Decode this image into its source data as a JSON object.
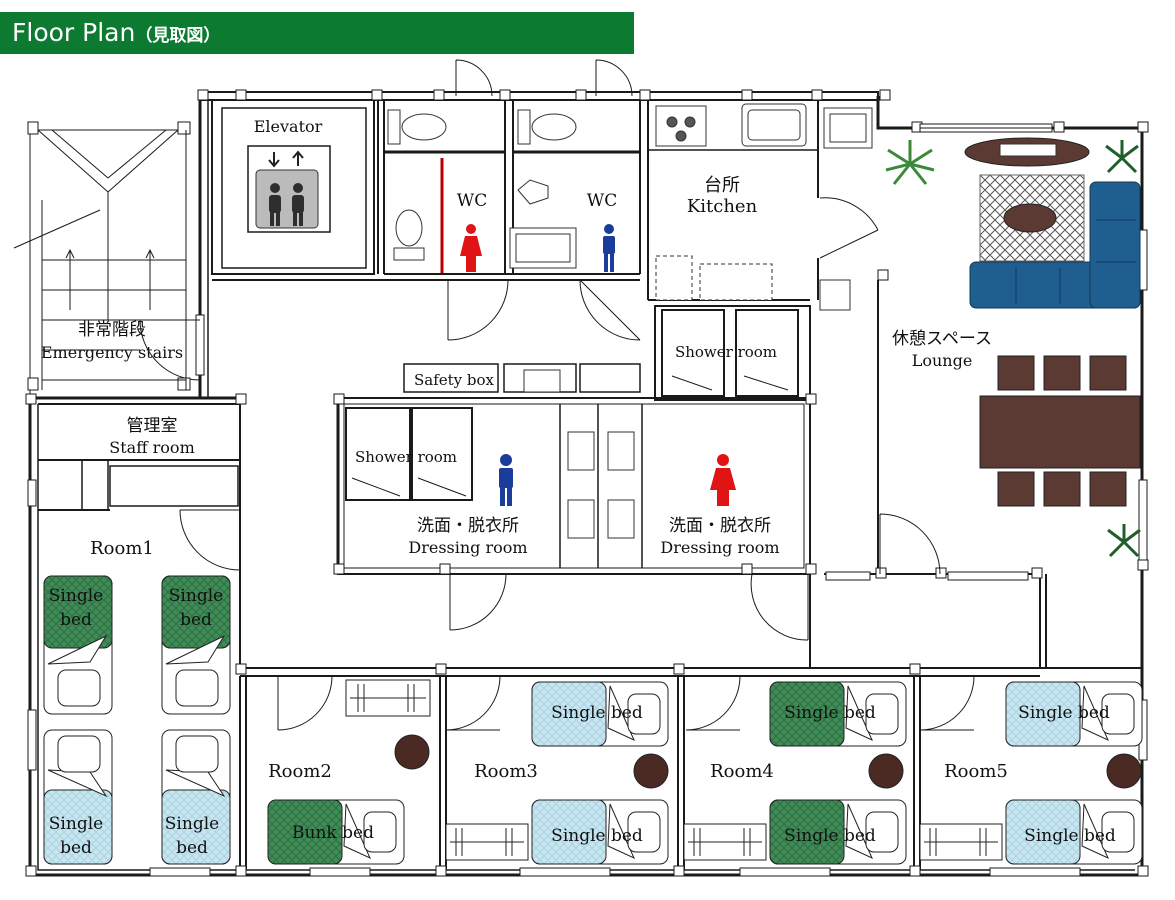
{
  "banner": {
    "title": "Floor Plan",
    "subtitle": "（見取図）"
  },
  "colors": {
    "banner": "#0d7a32",
    "wall": "#1a1a1a",
    "bed_green": "#3d8a55",
    "bed_blue": "#c6e4ef",
    "sofa": "#1f5f8f",
    "table": "#5b3a33",
    "male": "#1a3d9c",
    "female": "#e01414"
  },
  "labels": {
    "elevator": "Elevator",
    "wc": "WC",
    "kitchen_jp": "台所",
    "kitchen_en": "Kitchen",
    "stairs_jp": "非常階段",
    "stairs_en": "Emergency stairs",
    "safety_box": "Safety box",
    "shower_room": "Shower room",
    "lounge_jp": "休憩スペース",
    "lounge_en": "Lounge",
    "staff_jp": "管理室",
    "staff_en": "Staff room",
    "dressing_jp": "洗面・脱衣所",
    "dressing_en": "Dressing room",
    "room1": "Room1",
    "room2": "Room2",
    "room3": "Room3",
    "room4": "Room4",
    "room5": "Room5",
    "single": "Single",
    "bed": "bed",
    "single_bed": "Single bed",
    "bunk_bed": "Bunk bed"
  }
}
